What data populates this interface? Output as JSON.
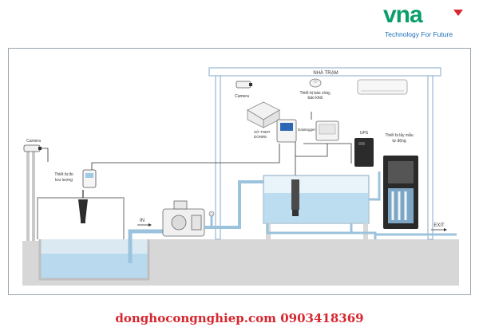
{
  "brand": {
    "logo_text": "vna",
    "tagline": "Technology For Future",
    "colors": {
      "logo_green": "#0a9e6a",
      "tagline_blue": "#1b6db5",
      "footer_red": "#d6262f"
    }
  },
  "station": {
    "title": "NHÀ TRẠM"
  },
  "labels": {
    "camera_left": "Camera",
    "camera_right": "Camera",
    "flow_meter": [
      "Thiết bị đo",
      "lưu lượng"
    ],
    "fire_alarm": [
      "Thiết bị báo cháy,",
      "báo khói"
    ],
    "sotnmt_logo": [
      "SỞ TNMT",
      "DONRE"
    ],
    "datalogger": "Datalogger",
    "ups": "UPS",
    "sampler": [
      "Thiết bị lấy mẫu",
      "tự động"
    ],
    "inlet": "IN",
    "outlet": "EXIT"
  },
  "icons": [
    "camera-icon",
    "fire-alarm-icon",
    "air-conditioner-icon",
    "router-icon",
    "datalogger-icon",
    "analyzer-icon",
    "ups-icon",
    "sampler-icon",
    "pump-icon",
    "flow-meter-icon",
    "probe-icon",
    "arrow-right-icon"
  ],
  "footer": {
    "text": "donghocongnghiep.com 0903418369"
  }
}
